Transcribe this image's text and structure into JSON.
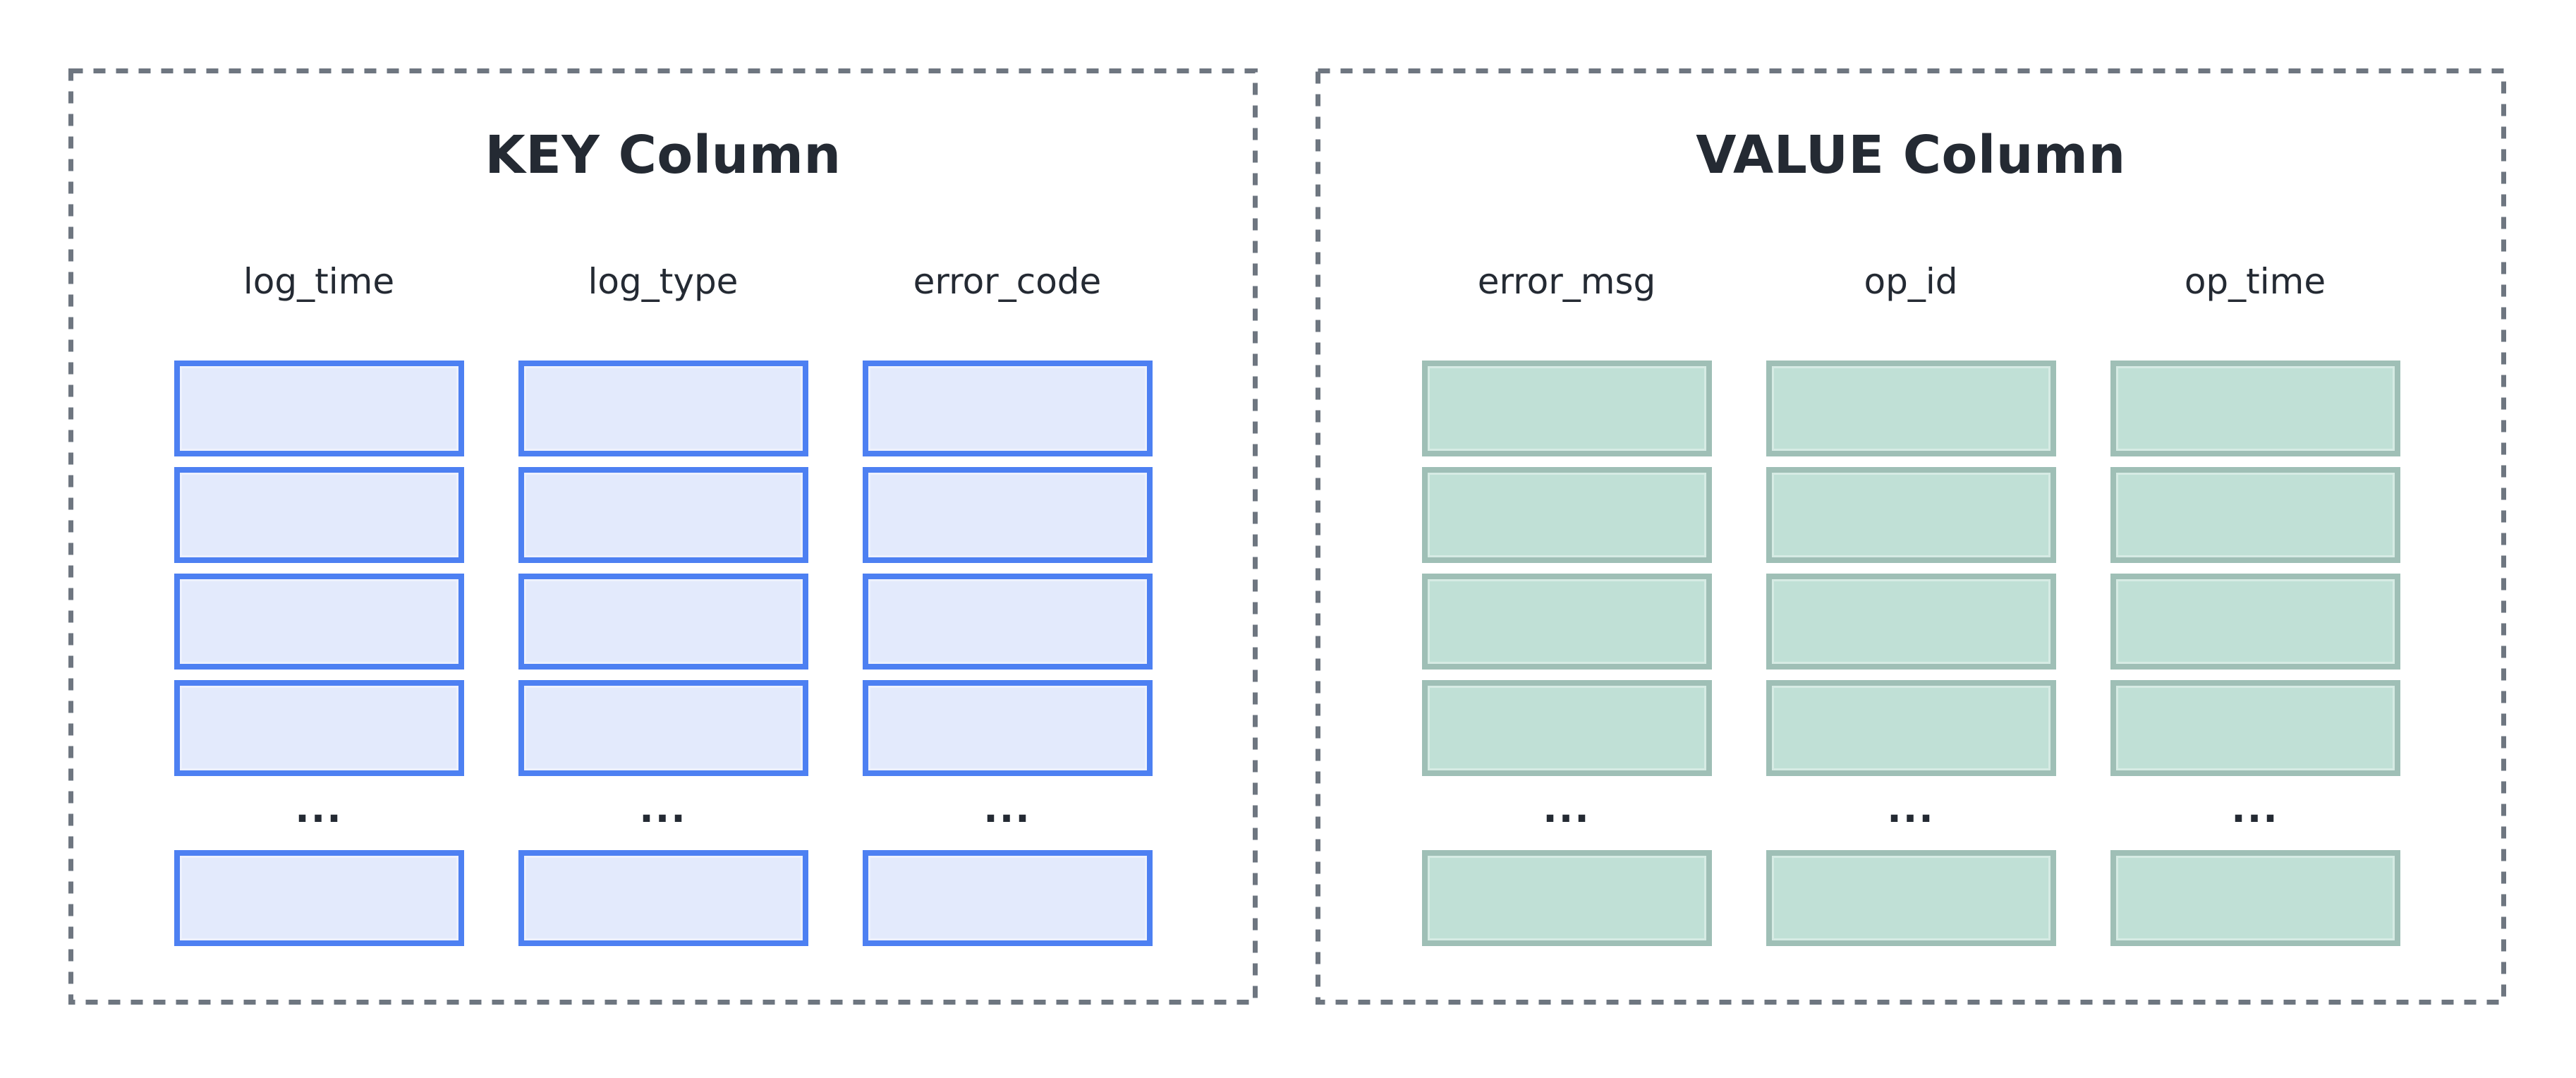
{
  "diagram": {
    "panels": [
      {
        "title": "KEY Column",
        "columns": [
          {
            "header": "log_time"
          },
          {
            "header": "log_type"
          },
          {
            "header": "error_code"
          }
        ]
      },
      {
        "title": "VALUE Column",
        "columns": [
          {
            "header": "error_msg"
          },
          {
            "header": "op_id"
          },
          {
            "header": "op_time"
          }
        ]
      }
    ],
    "rows_above_ellipsis": 4,
    "ellipsis": "...",
    "rows_below_ellipsis": 1
  },
  "colors": {
    "background": "#ffffff",
    "text": "#242a33",
    "panel_border": "#6e7680",
    "key_box_border": "#4d80f2",
    "key_box_fill": "#e3eafc",
    "value_box_border": "#9fbfb6",
    "value_box_fill": "#c0e0d6"
  }
}
